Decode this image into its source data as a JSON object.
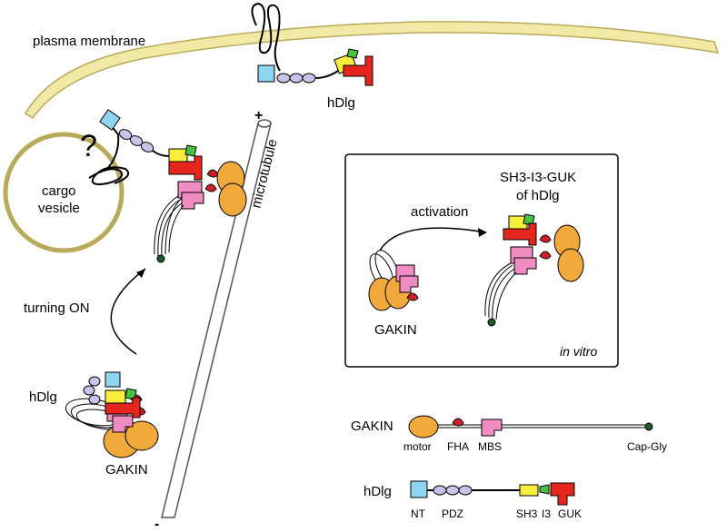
{
  "labels": {
    "plasma_membrane": "plasma membrane",
    "hdlg_top": "hDlg",
    "question": "?",
    "cargo_vesicle_line1": "cargo",
    "cargo_vesicle_line2": "vesicle",
    "microtubule": "microtubule",
    "plus": "+",
    "minus": "-",
    "turning_on": "turning ON",
    "hdlg_left": "hDlg",
    "gakin_left": "GAKIN",
    "activation": "activation",
    "sh3_title_line1": "SH3-I3-GUK",
    "sh3_title_line2": "of hDlg",
    "gakin_inset": "GAKIN",
    "in_vitro": "in vitro"
  },
  "legend": {
    "gakin_name": "GAKIN",
    "gakin_domains": [
      "motor",
      "FHA",
      "MBS",
      "Cap-Gly"
    ],
    "hdlg_name": "hDlg",
    "hdlg_domains": [
      "NT",
      "PDZ",
      "SH3",
      "I3",
      "GUK"
    ]
  },
  "colors": {
    "membrane": "#f3e9a6",
    "membrane_stroke": "#b9a95a",
    "motor": "#f2a93b",
    "fha": "#d11f2a",
    "mbs": "#ef8cc1",
    "nt": "#8ed3f0",
    "pdz": "#c9c3ea",
    "sh3": "#f5ee3a",
    "i3": "#46c23c",
    "guk": "#e5261f",
    "capgly": "#1e5a2a"
  }
}
